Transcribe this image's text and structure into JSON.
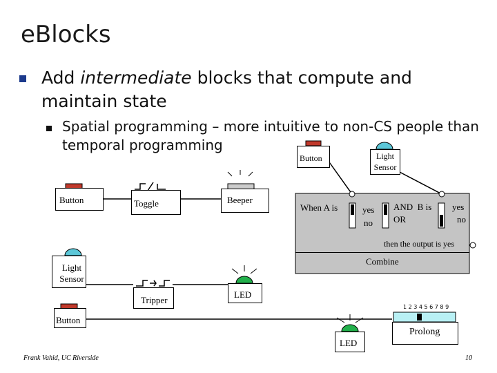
{
  "slide": {
    "title": "eBlocks",
    "bullet1_pre": "Add ",
    "bullet1_em": "intermediate",
    "bullet1_post": " blocks that compute and maintain state",
    "bullet2": "Spatial programming – more intuitive to non-CS people than temporal programming",
    "footer_left": "Frank Vahid, UC Riverside",
    "page_number": "10"
  },
  "blocks": {
    "button_main": "Button",
    "toggle": "Toggle",
    "beeper": "Beeper",
    "light_sensor_left": "Light Sensor",
    "tripper": "Tripper",
    "led_middle": "LED",
    "button_bottom": "Button",
    "led_bottom": "LED",
    "prolong": "Prolong",
    "prolong_digits": "1 2 3 4 5 6 7 8 9",
    "combine_button": "Button",
    "combine_light_sensor": "Light Sensor",
    "combine": "Combine",
    "when_a_is": "When A is",
    "yes1": "yes",
    "no1": "no",
    "and_b_is": "AND  B is",
    "or": "OR",
    "yes2": "yes",
    "no2": "no",
    "then_output": "then the output is yes"
  },
  "colors": {
    "button_red": "#c0392b",
    "sensor_blue": "#5cc7d8",
    "led_green": "#22b04b",
    "combine_gray": "#c4c4c4",
    "prolong_cyan": "#b8f0f4",
    "bullet_blue": "#1c3a8c"
  }
}
